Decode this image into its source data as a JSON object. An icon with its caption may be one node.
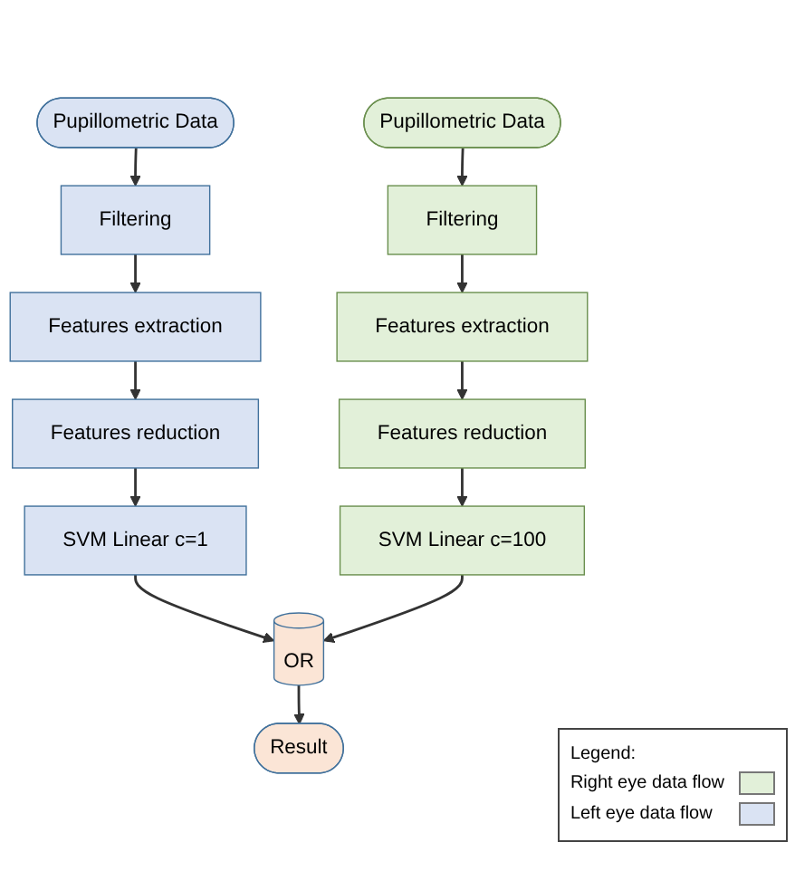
{
  "diagram": {
    "nodes": [
      {
        "text": [
          "Pupillometric Data"
        ]
      },
      {
        "text": [
          "Filtering"
        ]
      },
      {
        "text": [
          "Features extraction"
        ]
      },
      {
        "text": [
          "Features reduction"
        ]
      },
      {
        "text": [
          "SVM Linear c=1"
        ]
      },
      {
        "text": [
          "Pupillometric Data"
        ]
      },
      {
        "text": [
          "Filtering"
        ]
      },
      {
        "text": [
          "Features extraction"
        ]
      },
      {
        "text": [
          "Features reduction"
        ]
      },
      {
        "text": [
          "SVM Linear c=100"
        ]
      },
      {
        "text": [
          "OR"
        ]
      },
      {
        "text": [
          "Result"
        ]
      }
    ],
    "edges": [
      {
        "from": 0,
        "to": 1,
        "arrow": "to"
      },
      {
        "from": 1,
        "to": 2,
        "arrow": "to"
      },
      {
        "from": 2,
        "to": 3,
        "arrow": "to"
      },
      {
        "from": 3,
        "to": 4,
        "arrow": "to"
      },
      {
        "from": 5,
        "to": 6,
        "arrow": "to"
      },
      {
        "from": 6,
        "to": 7,
        "arrow": "to"
      },
      {
        "from": 7,
        "to": 8,
        "arrow": "to"
      },
      {
        "from": 8,
        "to": 9,
        "arrow": "to"
      },
      {
        "from": 4,
        "to": 10,
        "arrow": "to"
      },
      {
        "from": 9,
        "to": 10,
        "arrow": "to"
      },
      {
        "from": 10,
        "to": 11,
        "arrow": "to"
      }
    ],
    "labels": [
      "Legend:"
    ],
    "legend": [
      {
        "text": "Right eye data flow",
        "color": "#e2f0d9"
      },
      {
        "text": "Left eye data flow",
        "color": "#dae3f3"
      }
    ]
  }
}
